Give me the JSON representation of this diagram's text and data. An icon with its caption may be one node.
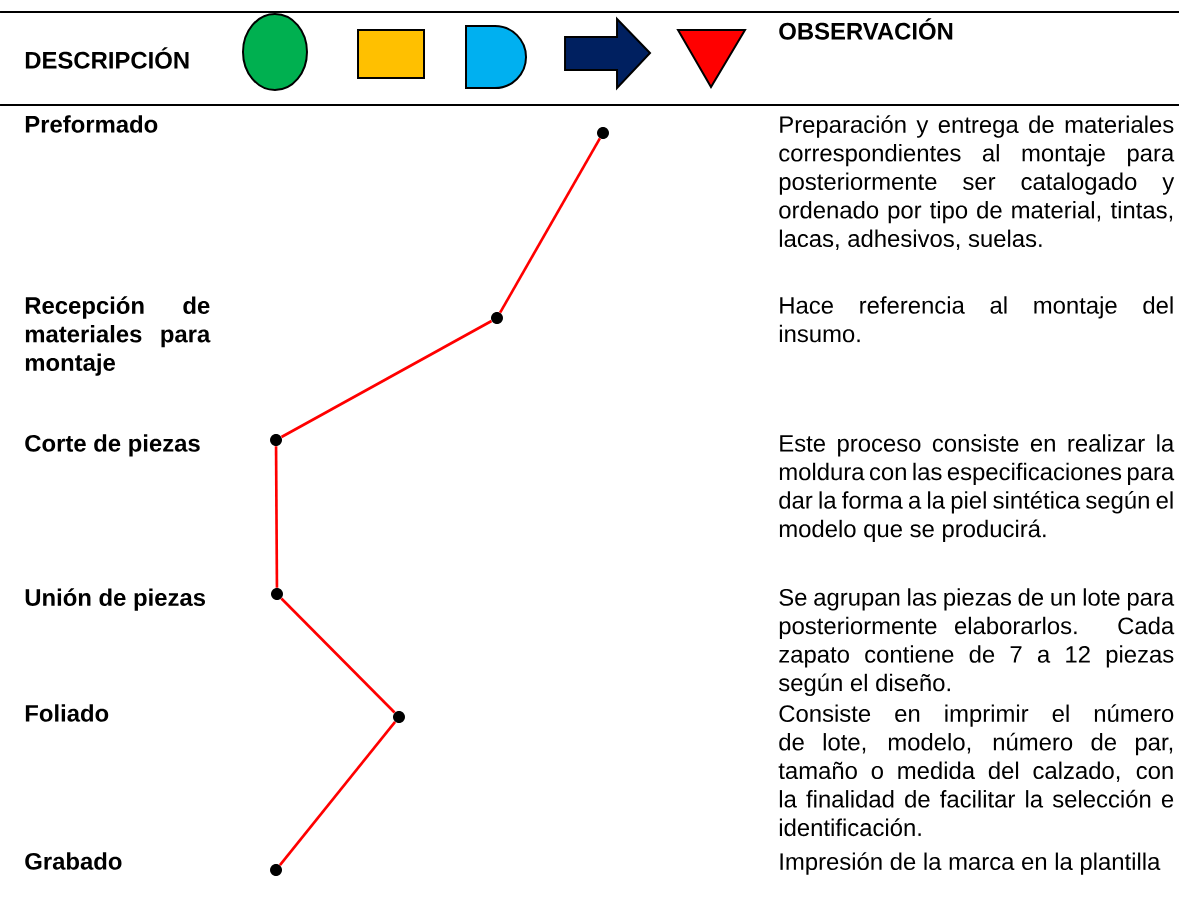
{
  "diagram": {
    "nodes": [
      {
        "text": [],
        "shape": "circle"
      },
      {
        "text": [],
        "shape": "circle"
      },
      {
        "text": [],
        "shape": "circle"
      },
      {
        "text": [],
        "shape": "circle"
      },
      {
        "text": [],
        "shape": "circle"
      },
      {
        "text": [],
        "shape": "circle"
      }
    ],
    "edges": [
      {
        "from": 0,
        "to": 1,
        "arrow": "none"
      },
      {
        "from": 1,
        "to": 2,
        "arrow": "none"
      },
      {
        "from": 2,
        "to": 3,
        "arrow": "none"
      },
      {
        "from": 3,
        "to": 4,
        "arrow": "none"
      },
      {
        "from": 4,
        "to": 5,
        "arrow": "none"
      }
    ],
    "labels": [
      "DESCRIPCIÓN",
      "OBSERVACIÓN",
      "Preformado",
      "Preparación y entrega de materiales correspondientes al montaje para posteriormente ser catalogado y ordenado por tipo de material, tintas, lacas, adhesivos, suelas.",
      "Recepción de materiales para montaje",
      "Hace referencia al montaje del insumo.",
      "Corte de piezas",
      "Este proceso consiste en realizar la moldura con las especificaciones para dar la forma a la piel sintética según el modelo que se producirá.",
      "Unión de piezas",
      "Se agrupan las piezas de un lote para posteriormente elaborarlos. Cada zapato contiene de 7 a 12 piezas según el diseño.",
      "Foliado",
      "Consiste en imprimir el número de lote, modelo, número de par, tamaño o medida del calzado, con la finalidad de facilitar la selección e identificación.",
      "Grabado",
      "Impresión de la marca en la plantilla"
    ]
  }
}
